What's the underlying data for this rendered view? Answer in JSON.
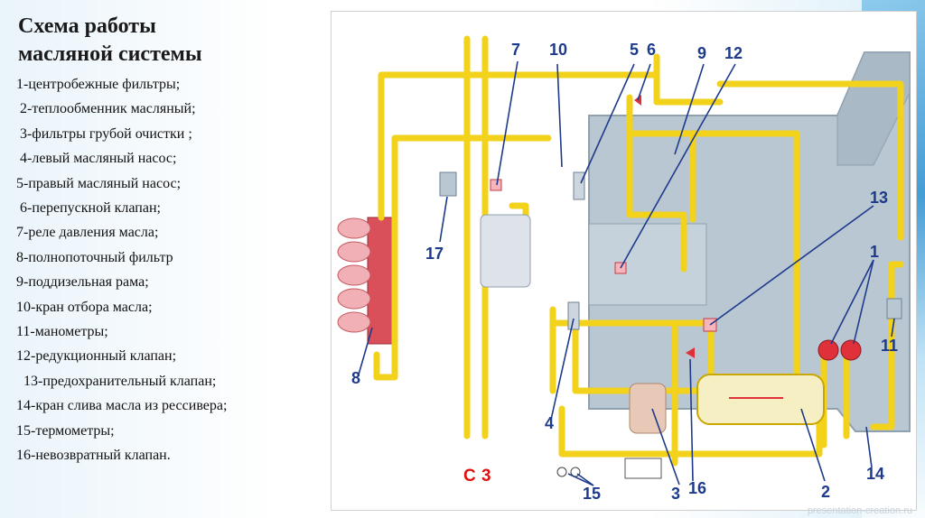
{
  "title_line1": "Схема работы",
  "title_line2": "масляной системы",
  "legend": [
    "1-центробежные фильтры;",
    " 2-теплообменник масляный;",
    " 3-фильтры грубой очистки ;",
    " 4-левый масляный насос;",
    "5-правый масляный насос;",
    " 6-перепускной клапан;",
    "7-реле давления масла;",
    "8-полнопоточный фильтр",
    "9-поддизельная рама;",
    "10-кран отбора масла;",
    "11-манометры;",
    "12-редукционный клапан;",
    "  13-предохранительный клапан;",
    "14-кран слива масла из рессивера;",
    "15-термометры;",
    "16-невозвратный клапан."
  ],
  "callouts": {
    "n1": "1",
    "n2": "2",
    "n3": "3",
    "n4": "4",
    "n5": "5",
    "n6": "6",
    "n7": "7",
    "n8": "8",
    "n9": "9",
    "n10": "10",
    "n11": "11",
    "n12": "12",
    "n13": "13",
    "n14": "14",
    "n15": "15",
    "n16": "16",
    "n17": "17",
    "c_label": "C",
    "three_label": "3"
  },
  "watermark": "presentation-creation.ru",
  "colors": {
    "pipe": "#f2d21b",
    "pipe_edge": "#c9a700",
    "block": "#b9c7d3",
    "block_edge": "#8fa0ae",
    "leader": "#1e3a8a",
    "accent_red": "#e0303a",
    "filter_red": "#d9505a"
  }
}
